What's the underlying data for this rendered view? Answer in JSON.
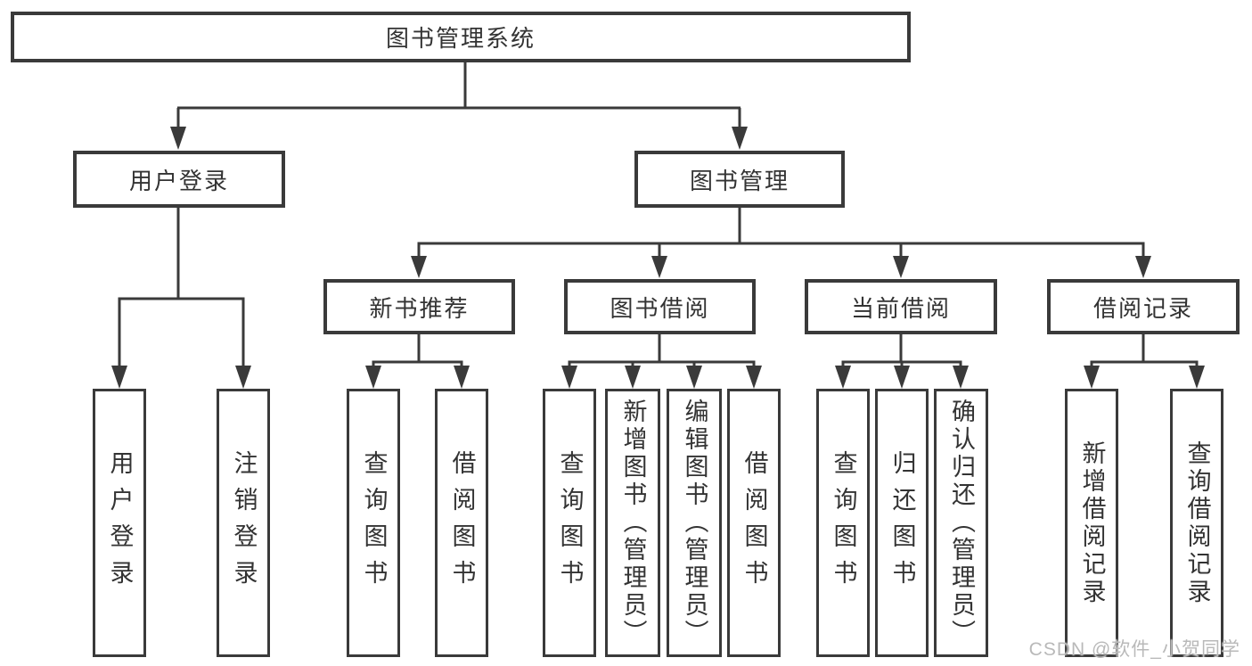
{
  "colors": {
    "line": "#3a3a3a",
    "box_border": "#3a3a3a",
    "text": "#333333",
    "watermark": "#b9b9b9",
    "background": "#ffffff"
  },
  "diagram": {
    "root": {
      "label": "图书管理系统"
    },
    "level2": [
      {
        "label": "用户登录"
      },
      {
        "label": "图书管理"
      }
    ],
    "level3": [
      {
        "label": "新书推荐"
      },
      {
        "label": "图书借阅"
      },
      {
        "label": "当前借阅"
      },
      {
        "label": "借阅记录"
      }
    ],
    "leaves": [
      {
        "label": "用户登录"
      },
      {
        "label": "注销登录"
      },
      {
        "label": "查询图书"
      },
      {
        "label": "借阅图书"
      },
      {
        "label": "查询图书"
      },
      {
        "label": "新增图书（管理员）"
      },
      {
        "label": "编辑图书（管理员）"
      },
      {
        "label": "借阅图书"
      },
      {
        "label": "查询图书"
      },
      {
        "label": "归还图书"
      },
      {
        "label": "确认归还（管理员）"
      },
      {
        "label": "新增借阅记录"
      },
      {
        "label": "查询借阅记录"
      }
    ]
  },
  "watermark": {
    "text": "CSDN @软件_小贺同学"
  }
}
